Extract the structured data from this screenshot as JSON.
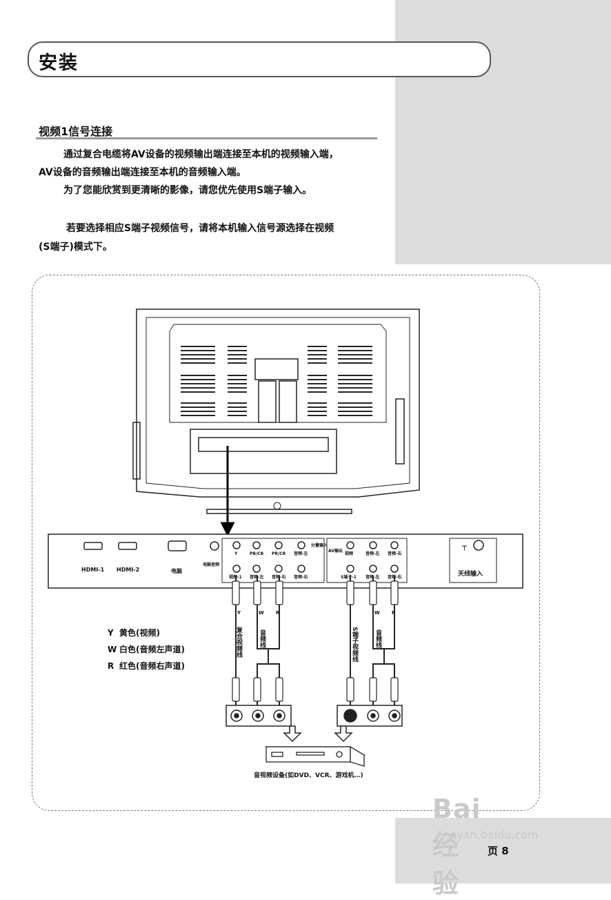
{
  "header": {
    "title": "安装"
  },
  "section": {
    "heading": "视频1信号连接"
  },
  "paragraphs": [
    "通过复合电缆将AV设备的视频输出端连接至本机的视频输入端，",
    "AV设备的音频输出端连接至本机的音频输入端。",
    "为了您能欣赏到更清晰的影像，请您优先使用S端子输入。",
    "若要选择相应S端子视频信号，请将本机输入信号源选择在视频",
    "(S端子)模式下。"
  ],
  "diagram": {
    "ports": {
      "hdmi1": "HDMI-1",
      "hdmi2": "HDMI-2",
      "pc": "电脑",
      "pc_audio": "电脑音频",
      "y": "Y",
      "pb": "PB/CB",
      "pr": "PR/CR",
      "comp_audio_l": "音频-左",
      "comp_audio_r": "音频-右",
      "comp_title": "分量输入",
      "video1": "视频-1",
      "audio_l": "音频-左",
      "audio_r": "音频-右",
      "av_out": "AV输出",
      "out_video": "视频",
      "out_audio_l": "音频-左",
      "out_audio_r": "音频-右",
      "svideo": "S端子-1",
      "antenna": "天线输入"
    },
    "cables": {
      "composite": "复合视频线",
      "audio1": "音频线",
      "svideo": "S端子视频线",
      "audio2": "音频线"
    },
    "plug_tags": {
      "y": "Y",
      "w": "W",
      "r": "R"
    },
    "legend": [
      {
        "code": "Y",
        "text": "黄色(视频)"
      },
      {
        "code": "W",
        "text": "白色(音频左声道)"
      },
      {
        "code": "R",
        "text": "红色(音频右声道)"
      }
    ],
    "device_caption": "音视频设备(如DVD、VCR、游戏机…)"
  },
  "footer": {
    "page": "页 8"
  },
  "watermark": {
    "logo": "Bai 经验",
    "url": "jingyan.baidu.com"
  }
}
